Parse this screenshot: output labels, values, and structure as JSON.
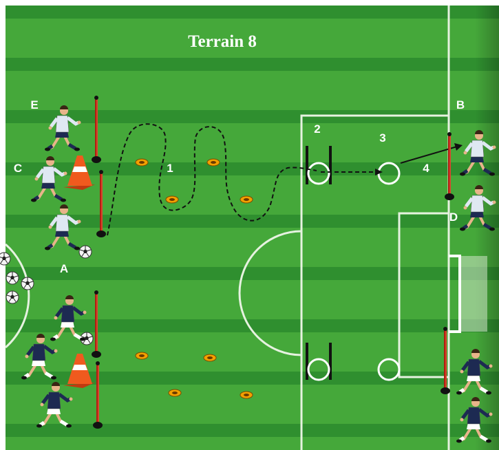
{
  "title": "Terrain 8",
  "labels": {
    "E": "E",
    "C": "C",
    "A": "A",
    "B": "B",
    "D": "D",
    "step1": "1",
    "step2": "2",
    "step3": "3",
    "step4": "4"
  },
  "colors": {
    "grass_dark": "#2f8f2f",
    "grass_light": "#45a83a",
    "line": "#e6f2e0",
    "pole": "#b01e10",
    "cone": "#f05a1e",
    "marker": "#f2a000",
    "jersey_light": "#dfe8f2",
    "jersey_dark": "#1d2a52"
  },
  "icons": {
    "player": "player-figure",
    "cone": "traffic-cone",
    "pole": "slalom-pole",
    "ball": "soccer-ball",
    "marker": "flat-marker-disc",
    "goal": "goal-frame"
  }
}
